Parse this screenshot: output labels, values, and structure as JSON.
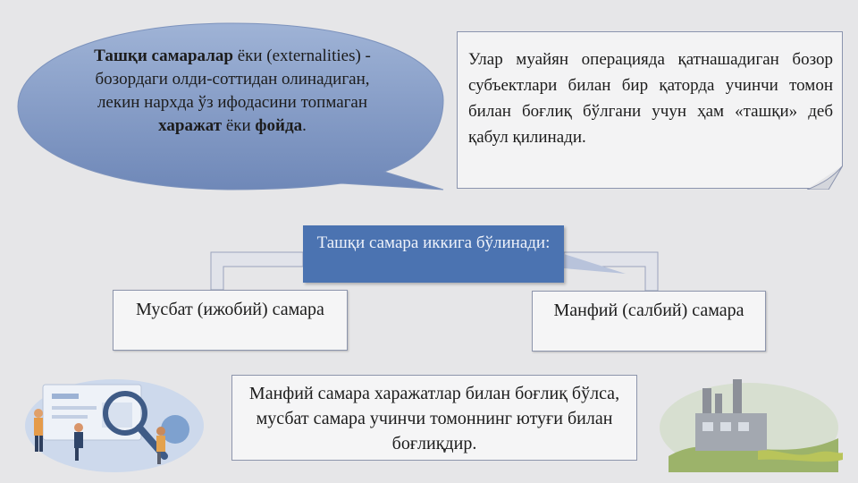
{
  "colors": {
    "background": "#e6e6e8",
    "bubble_fill": "#8aa0c8",
    "central_fill": "#4b73b1",
    "box_border": "#8d95ac"
  },
  "bubble": {
    "term": "Ташқи самаралар",
    "part1": " ёки (externalities) - бозордаги олди-соттидан олинадиган, лекин нархда ўз ифодасини топмаган ",
    "cost": "харажат",
    "or": " ёки ",
    "benefit": "фойда",
    "end": "."
  },
  "note": {
    "text": "Улар муайян операцияда қатнашадиган бозор субъектлари билан бир қаторда учинчи томон билан боғлиқ бўлгани учун ҳам «ташқи» деб қабул қилинади."
  },
  "central": {
    "text": "Ташқи самара иккига бўлинади:"
  },
  "branches": {
    "positive": "Мусбат (ижобий) самара",
    "negative": "Манфий (салбий) самара"
  },
  "bottom": {
    "text": "Манфий самара харажатлар билан боғлиқ бўлса, мусбат самара учинчи томоннинг ютуғи билан боғлиқдир."
  },
  "illustrations": {
    "left_icon": "analytics-people-magnifier-icon",
    "right_icon": "factory-pollution-icon"
  }
}
